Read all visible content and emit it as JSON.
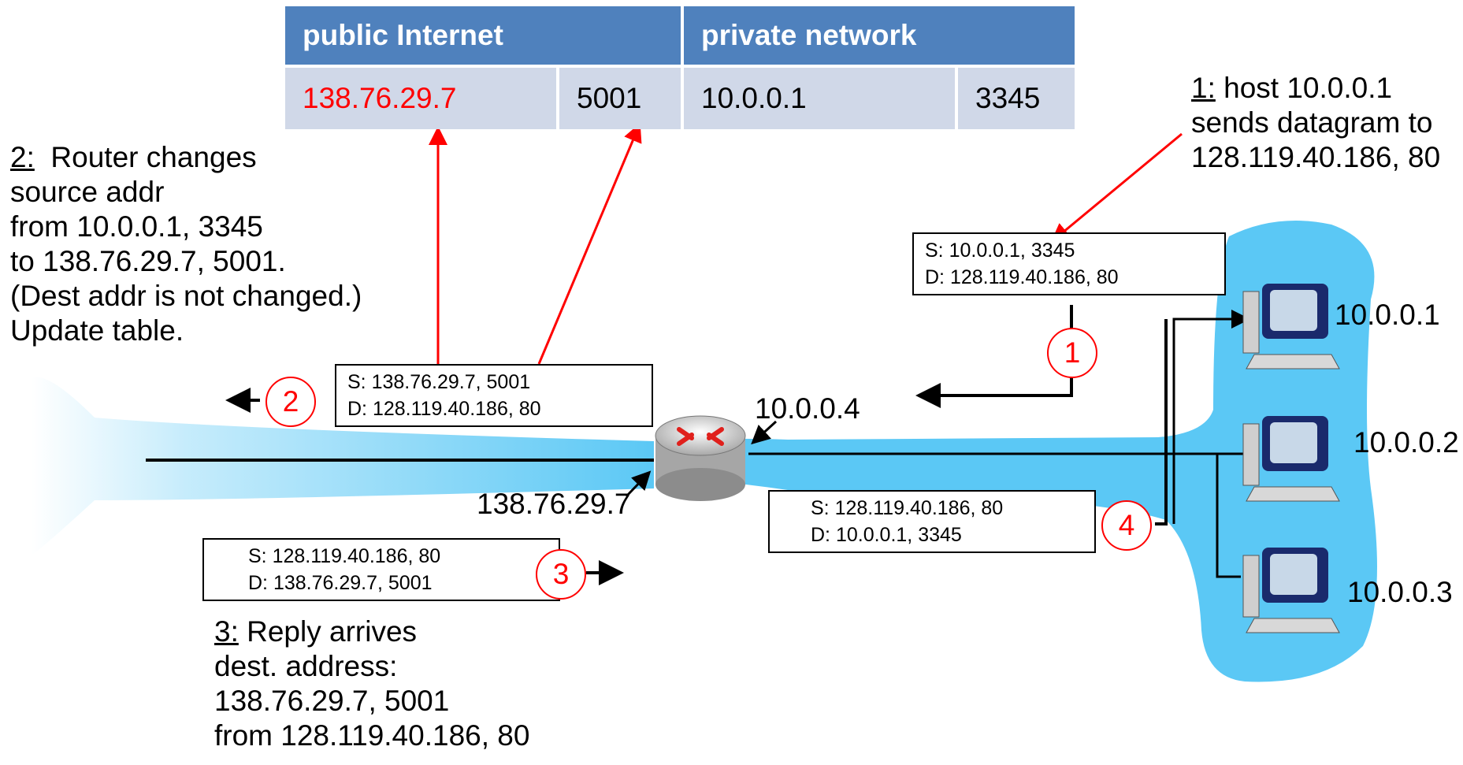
{
  "nat_table": {
    "header_public": "public Internet",
    "header_private": "private network",
    "public_ip": "138.76.29.7",
    "public_port": "5001",
    "private_ip": "10.0.0.1",
    "private_port": "3345",
    "colors": {
      "header_bg": "#4f81bd",
      "row_bg": "#d0d8e8",
      "highlight": "#ff0000"
    }
  },
  "notes": {
    "step1": {
      "num": "1:",
      "line1": " host 10.0.0.1",
      "line2": "sends datagram to",
      "line3": "128.119.40.186, 80"
    },
    "step2": {
      "num": "2:",
      "line1": "  Router changes",
      "line2": "source addr",
      "line3": "from 10.0.0.1, 3345",
      "line4": "to 138.76.29.7, 5001.",
      "line5": "(Dest addr is not changed.)",
      "line6": "Update table."
    },
    "step3": {
      "num": "3:",
      "line1": " Reply arrives",
      "line2": "dest. address:",
      "line3": "138.76.29.7, 5001",
      "line4": "from 128.119.40.186, 80"
    }
  },
  "packets": {
    "p1": {
      "src": "S: 10.0.0.1, 3345",
      "dst": "D: 128.119.40.186, 80"
    },
    "p2": {
      "src": "S: 138.76.29.7, 5001",
      "dst": "D: 128.119.40.186, 80"
    },
    "p3": {
      "src": "S: 128.119.40.186, 80",
      "dst": "D: 138.76.29.7, 5001"
    },
    "p4": {
      "src": "S: 128.119.40.186, 80",
      "dst": "D: 10.0.0.1, 3345"
    }
  },
  "steps": {
    "s1": "1",
    "s2": "2",
    "s3": "3",
    "s4": "4"
  },
  "addresses": {
    "router_private": "10.0.0.4",
    "router_public": "138.76.29.7",
    "host1": "10.0.0.1",
    "host2": "10.0.0.2",
    "host3": "10.0.0.3"
  },
  "icons": {
    "router": "router-icon",
    "host": "desktop-computer-icon"
  },
  "colors": {
    "network_blue": "#5bc8f5",
    "arrow_red": "#ff0000"
  }
}
